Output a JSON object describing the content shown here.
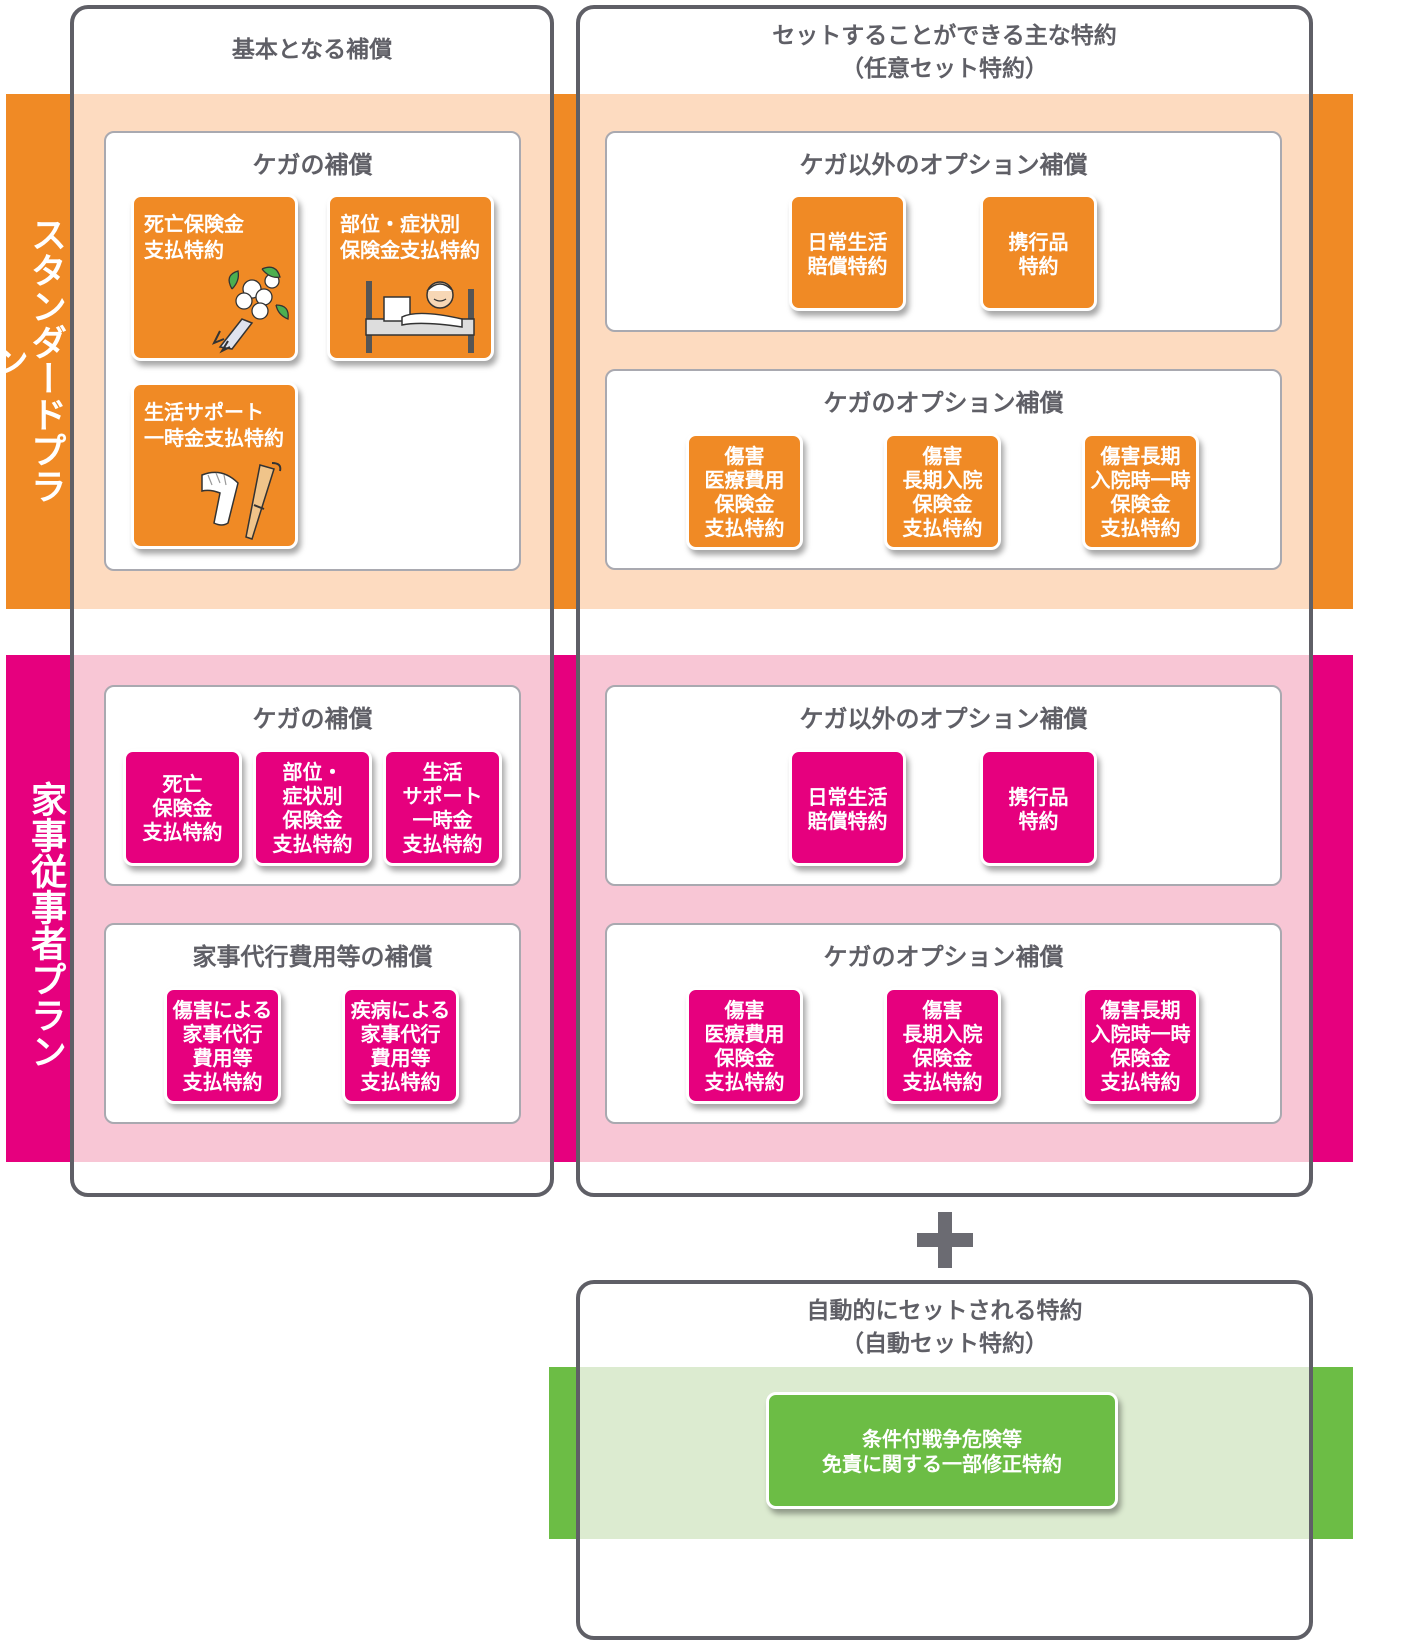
{
  "colors": {
    "standard_accent": "#f08a25",
    "standard_band": "#fddbc0",
    "household_accent": "#e6007e",
    "household_band": "#f8c6d5",
    "auto_accent": "#6cbd45",
    "auto_band": "#dcebd0",
    "outline": "#5f5f66"
  },
  "headers": {
    "basic": "基本となる補償",
    "optional": "セットすることができる主な特約\n（任意セット特約）",
    "auto": "自動的にセットされる特約\n（自動セット特約）"
  },
  "plans": {
    "standard": {
      "label": "スタンダードプラン",
      "basic_panel": {
        "title": "ケガの補償",
        "cards": [
          {
            "text": "死亡保険金\n支払特約",
            "icon": "bouquet-icon"
          },
          {
            "text": "部位・症状別\n保険金支払特約",
            "icon": "hospital-bed-icon"
          },
          {
            "text": "生活サポート\n一時金支払特約",
            "icon": "cast-and-crutch-icon"
          }
        ]
      },
      "optional_non_injury": {
        "title": "ケガ以外のオプション補償",
        "cards": [
          {
            "text": "日常生活\n賠償特約"
          },
          {
            "text": "携行品\n特約"
          }
        ]
      },
      "optional_injury": {
        "title": "ケガのオプション補償",
        "cards": [
          {
            "text": "傷害\n医療費用\n保険金\n支払特約"
          },
          {
            "text": "傷害\n長期入院\n保険金\n支払特約"
          },
          {
            "text": "傷害長期\n入院時一時\n保険金\n支払特約"
          }
        ]
      }
    },
    "household": {
      "label": "家事従事者プラン",
      "basic_panel": {
        "title": "ケガの補償",
        "cards": [
          {
            "text": "死亡\n保険金\n支払特約"
          },
          {
            "text": "部位・\n症状別\n保険金\n支払特約"
          },
          {
            "text": "生活\nサポート\n一時金\n支払特約"
          }
        ]
      },
      "housework_panel": {
        "title": "家事代行費用等の補償",
        "cards": [
          {
            "text": "傷害による\n家事代行\n費用等\n支払特約"
          },
          {
            "text": "疾病による\n家事代行\n費用等\n支払特約"
          }
        ]
      },
      "optional_non_injury": {
        "title": "ケガ以外のオプション補償",
        "cards": [
          {
            "text": "日常生活\n賠償特約"
          },
          {
            "text": "携行品\n特約"
          }
        ]
      },
      "optional_injury": {
        "title": "ケガのオプション補償",
        "cards": [
          {
            "text": "傷害\n医療費用\n保険金\n支払特約"
          },
          {
            "text": "傷害\n長期入院\n保険金\n支払特約"
          },
          {
            "text": "傷害長期\n入院時一時\n保険金\n支払特約"
          }
        ]
      }
    }
  },
  "auto_card": {
    "text": "条件付戦争危険等\n免責に関する一部修正特約"
  },
  "plus_icon": "plus-icon"
}
